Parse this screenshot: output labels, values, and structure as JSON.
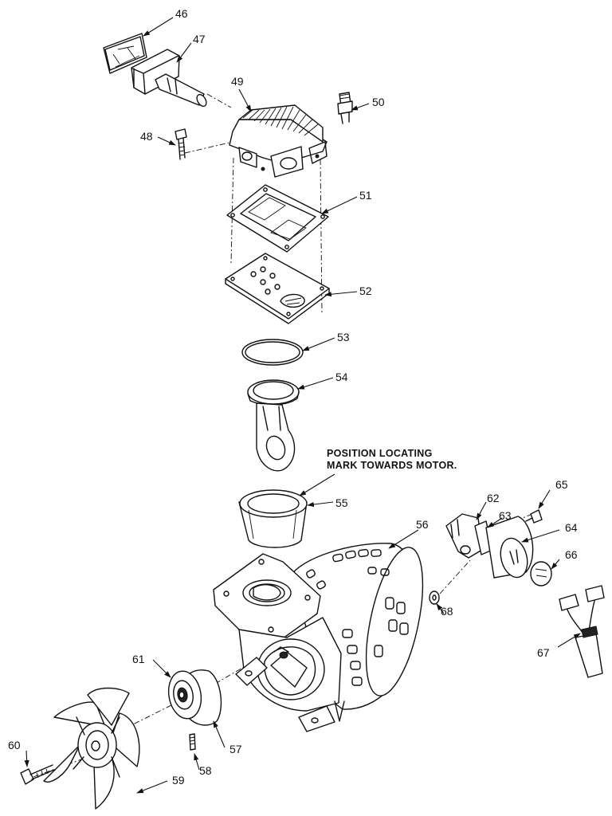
{
  "note": {
    "line1": "POSITION LOCATING",
    "line2": "MARK TOWARDS MOTOR."
  },
  "parts": [
    {
      "id": "p46",
      "label": "46"
    },
    {
      "id": "p47",
      "label": "47"
    },
    {
      "id": "p48",
      "label": "48"
    },
    {
      "id": "p49",
      "label": "49"
    },
    {
      "id": "p50",
      "label": "50"
    },
    {
      "id": "p51",
      "label": "51"
    },
    {
      "id": "p52",
      "label": "52"
    },
    {
      "id": "p53",
      "label": "53"
    },
    {
      "id": "p54",
      "label": "54"
    },
    {
      "id": "p55",
      "label": "55"
    },
    {
      "id": "p56",
      "label": "56"
    },
    {
      "id": "p57",
      "label": "57"
    },
    {
      "id": "p58",
      "label": "58"
    },
    {
      "id": "p59",
      "label": "59"
    },
    {
      "id": "p60",
      "label": "60"
    },
    {
      "id": "p61",
      "label": "61"
    },
    {
      "id": "p62",
      "label": "62"
    },
    {
      "id": "p63",
      "label": "63"
    },
    {
      "id": "p64",
      "label": "64"
    },
    {
      "id": "p65",
      "label": "65"
    },
    {
      "id": "p66",
      "label": "66"
    },
    {
      "id": "p67",
      "label": "67"
    },
    {
      "id": "p68",
      "label": "68"
    }
  ]
}
